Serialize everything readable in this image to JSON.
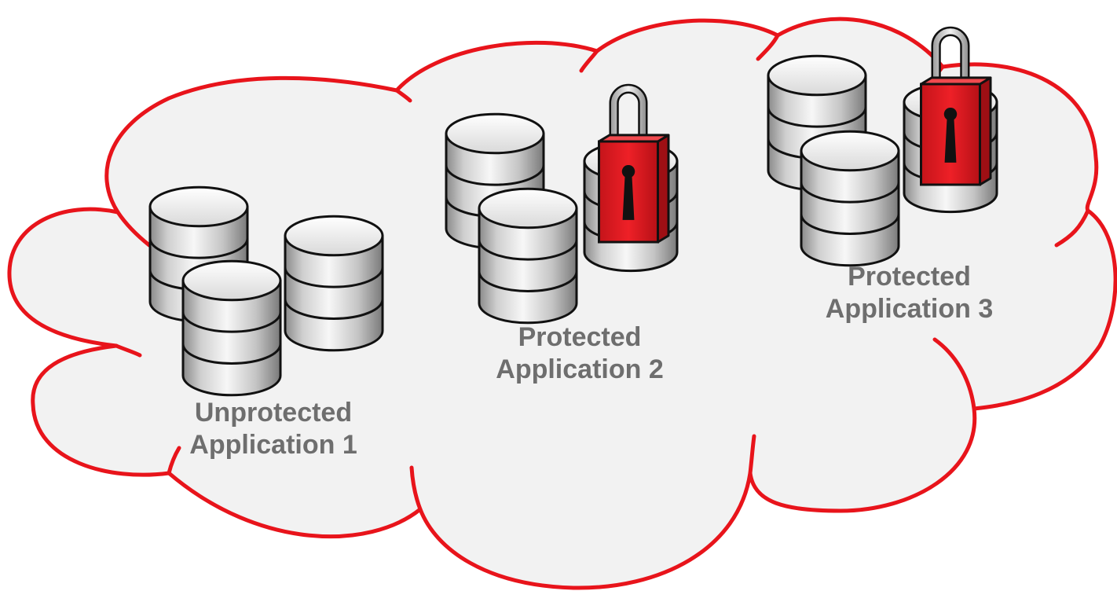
{
  "colors": {
    "background": "#ffffff",
    "cloud_fill": "#f2f2f2",
    "cloud_outline": "#e8141b",
    "label_text": "#6e6e6e",
    "db_outline": "#111111",
    "lock_red": "#e21b22",
    "lock_shackle": "#d8d8d8"
  },
  "groups": [
    {
      "line1": "Unprotected",
      "line2": "Application 1",
      "protected": false,
      "database_count": 3,
      "icons": [
        "database-icon",
        "database-icon",
        "database-icon"
      ]
    },
    {
      "line1": "Protected",
      "line2": "Application 2",
      "protected": true,
      "database_count": 3,
      "icons": [
        "database-icon",
        "database-icon",
        "database-icon",
        "padlock-icon"
      ]
    },
    {
      "line1": "Protected",
      "line2": "Application 3",
      "protected": true,
      "database_count": 3,
      "icons": [
        "database-icon",
        "database-icon",
        "database-icon",
        "padlock-icon"
      ]
    }
  ]
}
